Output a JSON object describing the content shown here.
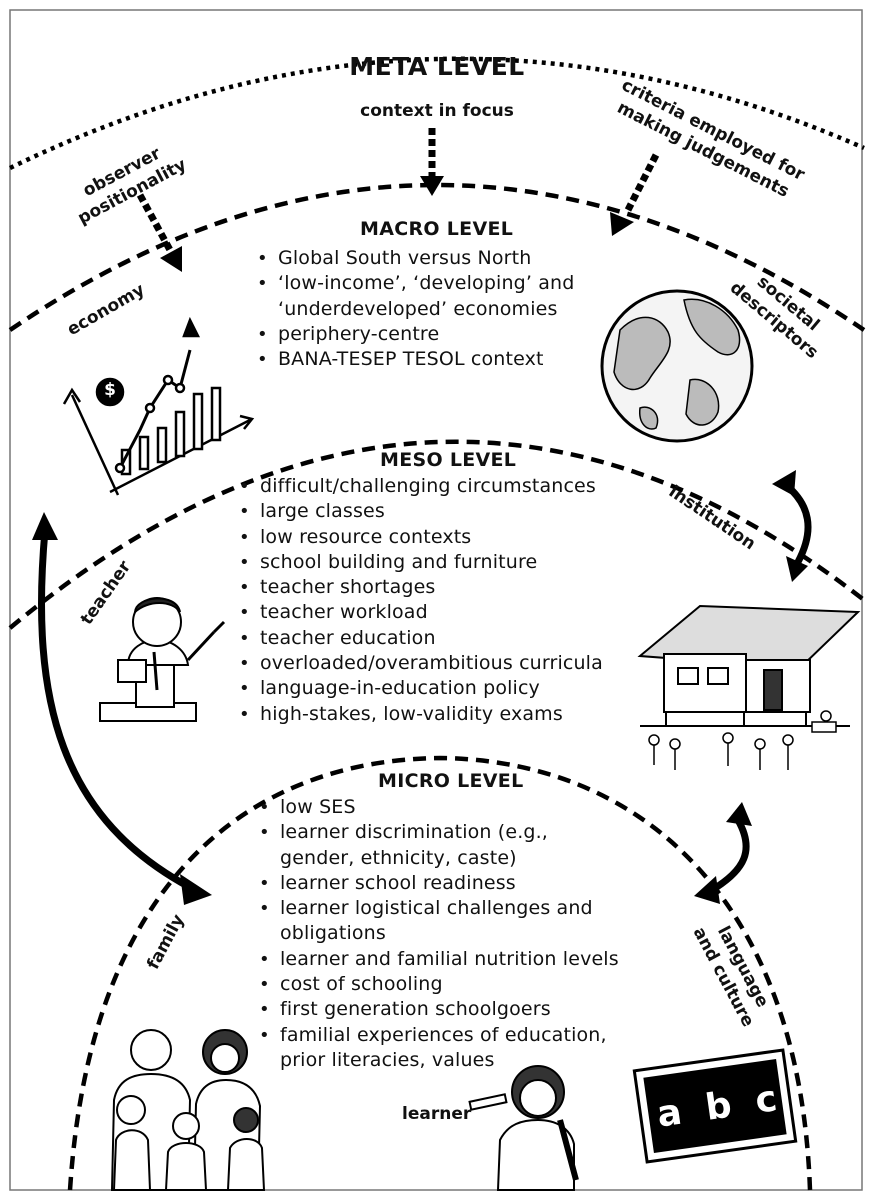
{
  "meta": {
    "title": "META LEVEL",
    "context": "context in focus",
    "observer": [
      "observer",
      "positionality"
    ],
    "criteria": [
      "criteria employed for",
      "making judgements"
    ]
  },
  "macro": {
    "title": "MACRO LEVEL",
    "items": [
      "Global South versus North",
      "‘low-income’, ‘developing’ and",
      "‘underdeveloped’ economies",
      "periphery-centre",
      "BANA-TESEP TESOL context"
    ],
    "bulleted": [
      true,
      true,
      false,
      true,
      true
    ]
  },
  "meso": {
    "title": "MESO LEVEL",
    "items": [
      "difficult/challenging circumstances",
      "large classes",
      "low resource contexts",
      "school building and furniture",
      "teacher shortages",
      "teacher workload",
      "teacher education",
      "overloaded/overambitious curricula",
      "language-in-education policy",
      "high-stakes, low-validity exams"
    ]
  },
  "micro": {
    "title": "MICRO LEVEL",
    "items": [
      "low SES",
      "learner discrimination (e.g.,",
      "gender, ethnicity, caste)",
      "learner school readiness",
      "learner logistical challenges and",
      "obligations",
      "learner and familial nutrition levels",
      "cost of schooling",
      "first generation schoolgoers",
      "familial experiences of education,",
      "prior literacies, values"
    ],
    "bulleted": [
      true,
      true,
      false,
      true,
      true,
      false,
      true,
      true,
      true,
      true,
      false
    ]
  },
  "labels": {
    "economy": "economy",
    "societal": [
      "societal",
      "descriptors"
    ],
    "institution": "institution",
    "teacher": "teacher",
    "family": "family",
    "language": [
      "language",
      "and culture"
    ],
    "learner": "learner"
  },
  "icons": {
    "chalkboard_text": "a b c",
    "coin_symbol": "$"
  }
}
